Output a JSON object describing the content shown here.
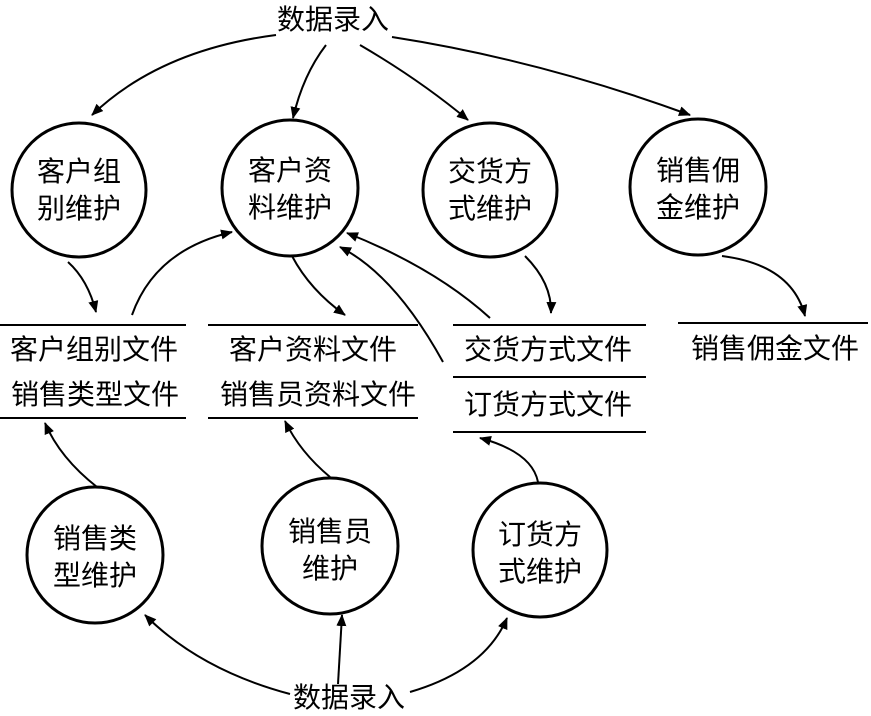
{
  "sources": {
    "top": "数据录入",
    "bottom": "数据录入"
  },
  "processes": {
    "group": {
      "line1": "客户组",
      "line2": "别维护"
    },
    "customer": {
      "line1": "客户资",
      "line2": "料维护"
    },
    "delivery": {
      "line1": "交货方",
      "line2": "式维护"
    },
    "commission": {
      "line1": "销售佣",
      "line2": "金维护"
    },
    "salestype": {
      "line1": "销售类",
      "line2": "型维护"
    },
    "salesman": {
      "line1": "销售员",
      "line2": "维护"
    },
    "order": {
      "line1": "订货方",
      "line2": "式维护"
    }
  },
  "stores": {
    "group_file": "客户组别文件",
    "salestype_file": "销售类型文件",
    "customer_file": "客户资料文件",
    "salesman_file": "销售员资料文件",
    "delivery_file": "交货方式文件",
    "order_file": "订货方式文件",
    "commission_file": "销售佣金文件"
  }
}
